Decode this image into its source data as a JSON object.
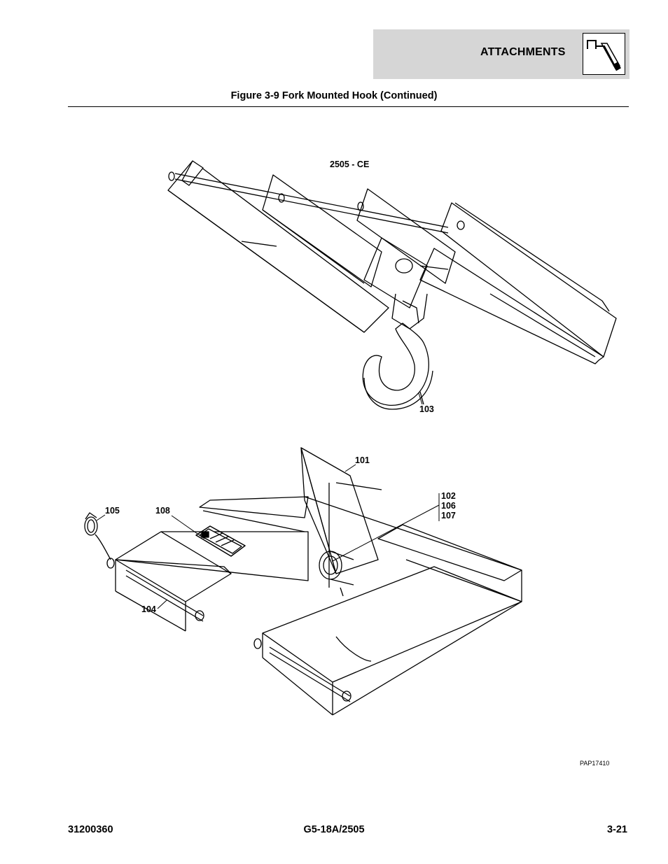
{
  "header": {
    "section_title": "ATTACHMENTS",
    "icon": "attachments-hook-icon"
  },
  "figure": {
    "title": "Figure 3-9 Fork Mounted Hook (Continued)",
    "upper_label": "2505 - CE",
    "callouts": {
      "c103": "103",
      "c101": "101",
      "c102": "102",
      "c106": "106",
      "c107": "107",
      "c105": "105",
      "c108": "108",
      "c104": "104"
    },
    "drawing_id": "PAP17410"
  },
  "footer": {
    "left": "31200360",
    "center": "G5-18A/2505",
    "right": "3-21"
  }
}
